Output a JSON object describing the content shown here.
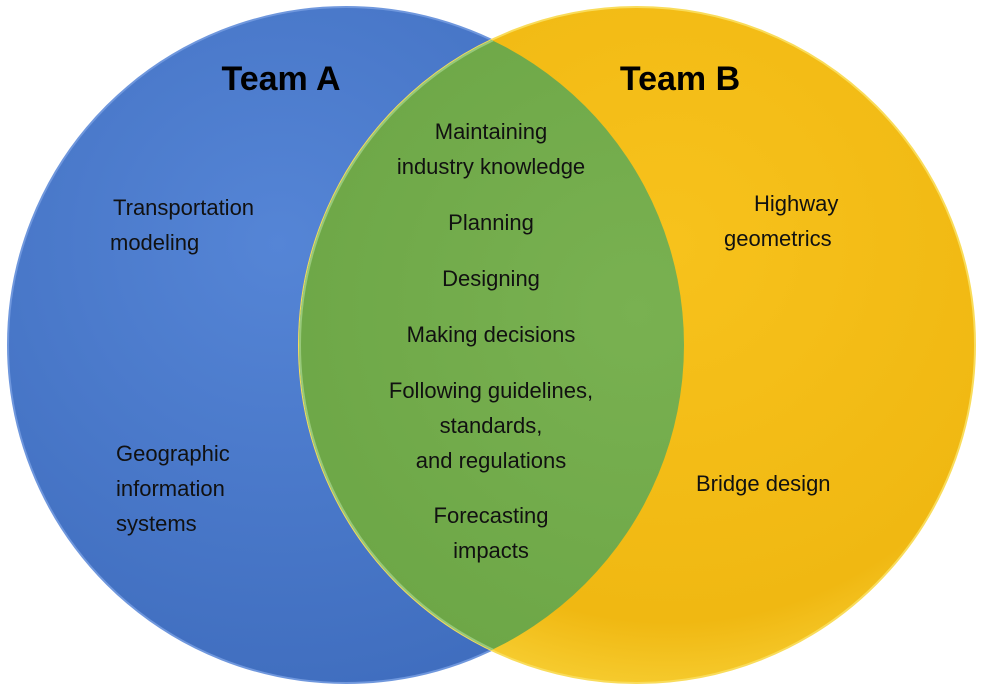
{
  "colors": {
    "team_a": "#4A78C8",
    "team_b": "#F2BC16",
    "overlap": "#76AE4E"
  },
  "team_a": {
    "title": "Team A",
    "items": [
      "Transportation",
      "modeling",
      "Geographic",
      "information",
      "systems"
    ]
  },
  "team_b": {
    "title": "Team B",
    "items": [
      "Highway",
      "geometrics",
      "Bridge design"
    ]
  },
  "overlap": {
    "items": [
      "Maintaining",
      "industry knowledge",
      "Planning",
      "Designing",
      "Making decisions",
      "Following guidelines,",
      "standards,",
      "and regulations",
      "Forecasting",
      "impacts"
    ]
  }
}
